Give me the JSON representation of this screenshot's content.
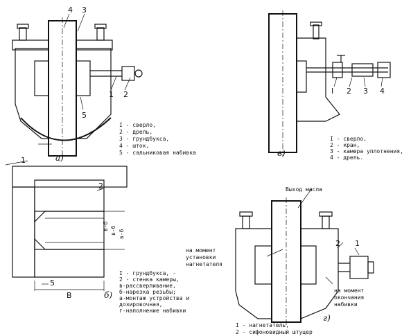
{
  "figure_a": {
    "label": "а)",
    "callouts": [
      "4",
      "3",
      "1",
      "2",
      "5"
    ],
    "legend": [
      "I - сверло,",
      "2 - дрель,",
      "3 - грундбукса,",
      "4 - шток,",
      "5 - сальниковая набивка"
    ]
  },
  "figure_v": {
    "label": "в)",
    "callouts": [
      "I",
      "2",
      "3",
      "4"
    ],
    "legend": [
      "I - сверло,",
      "2 - кран,",
      "3 - камера уплотнения,",
      "4 - дрель."
    ]
  },
  "figure_b": {
    "label": "б)",
    "callouts": [
      "1",
      "2",
      "5",
      "B"
    ],
    "dims": [
      "в-б",
      "в-б",
      "в-б"
    ],
    "legend": [
      "I - грундбукса, -",
      "2 - стенка камеры,",
      "в-рассверливание,",
      "б-нарезка резьбы;",
      "а-монтаж устройства и",
      "дозировочная,",
      "г-наполнение набивки"
    ]
  },
  "figure_g": {
    "label": "г)",
    "callouts": [
      "2",
      "1"
    ],
    "annotations": [
      "Выход масла",
      "на момент",
      "установки",
      "нагнетателя",
      "на момент",
      "окончания",
      "набивки"
    ],
    "legend": [
      "I - нагнетатель,",
      "2 - сифоновидный штуцер"
    ]
  }
}
